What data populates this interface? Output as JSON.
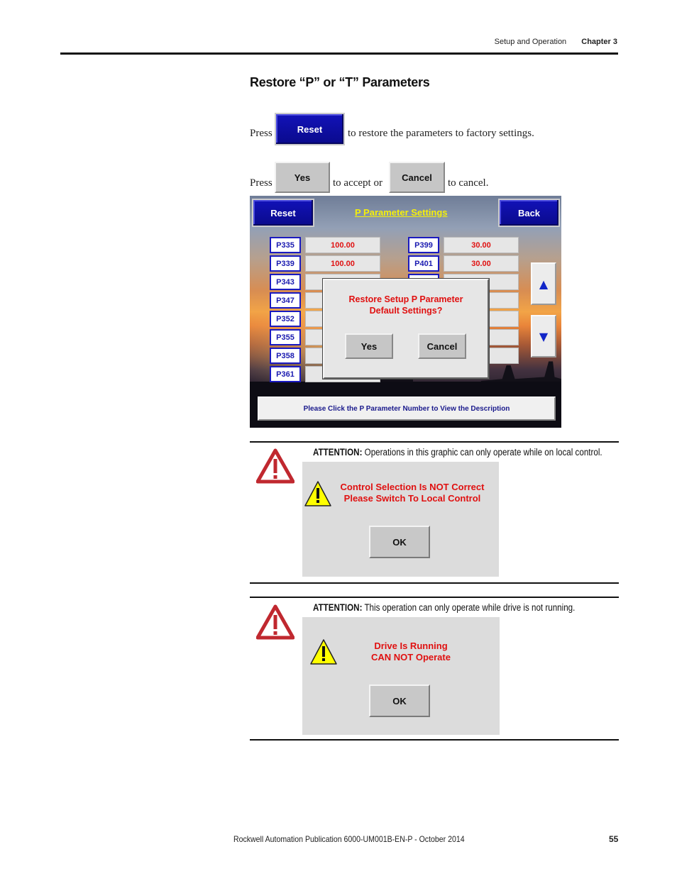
{
  "header": {
    "section": "Setup and Operation",
    "chapter": "Chapter 3"
  },
  "title": "Restore “P” or “T” Parameters",
  "instructions": {
    "line1_pre": "Press",
    "reset_button": "Reset",
    "line1_post": "to restore the parameters to factory settings.",
    "line2_pre": "Press",
    "yes_button": "Yes",
    "line2_mid": "to accept or",
    "cancel_button": "Cancel",
    "line2_post": "to cancel."
  },
  "hmi": {
    "reset": "Reset",
    "title": "P Parameter Settings",
    "back": "Back",
    "left_params": [
      "P335",
      "P339",
      "P343",
      "P347",
      "P352",
      "P355",
      "P358",
      "P361"
    ],
    "left_values": [
      "100.00",
      "100.00"
    ],
    "right_params": [
      "P399",
      "P401"
    ],
    "right_values": [
      "30.00",
      "30.00"
    ],
    "up_icon": "double-chevron-up",
    "down_icon": "double-chevron-down",
    "dialog": {
      "line1": "Restore Setup P Parameter",
      "line2": "Default Settings?",
      "yes": "Yes",
      "cancel": "Cancel"
    },
    "status": "Please Click the P Parameter Number to View the Description"
  },
  "attention1": {
    "label": "ATTENTION:",
    "text": "Operations in this graphic can only operate while on local control.",
    "popup_line1": "Control Selection Is NOT Correct",
    "popup_line2": "Please Switch To Local Control",
    "ok": "OK"
  },
  "attention2": {
    "label": "ATTENTION:",
    "text": "This operation can only operate while drive is not running.",
    "popup_line1": "Drive Is Running",
    "popup_line2": "CAN NOT Operate",
    "ok": "OK"
  },
  "footer": {
    "publication": "Rockwell Automation Publication 6000-UM001B-EN-P - October 2014",
    "page": "55"
  },
  "colors": {
    "hmi_blue": "#0a0a8c",
    "alert_red": "#e01010",
    "title_yellow": "#f5f00a"
  }
}
